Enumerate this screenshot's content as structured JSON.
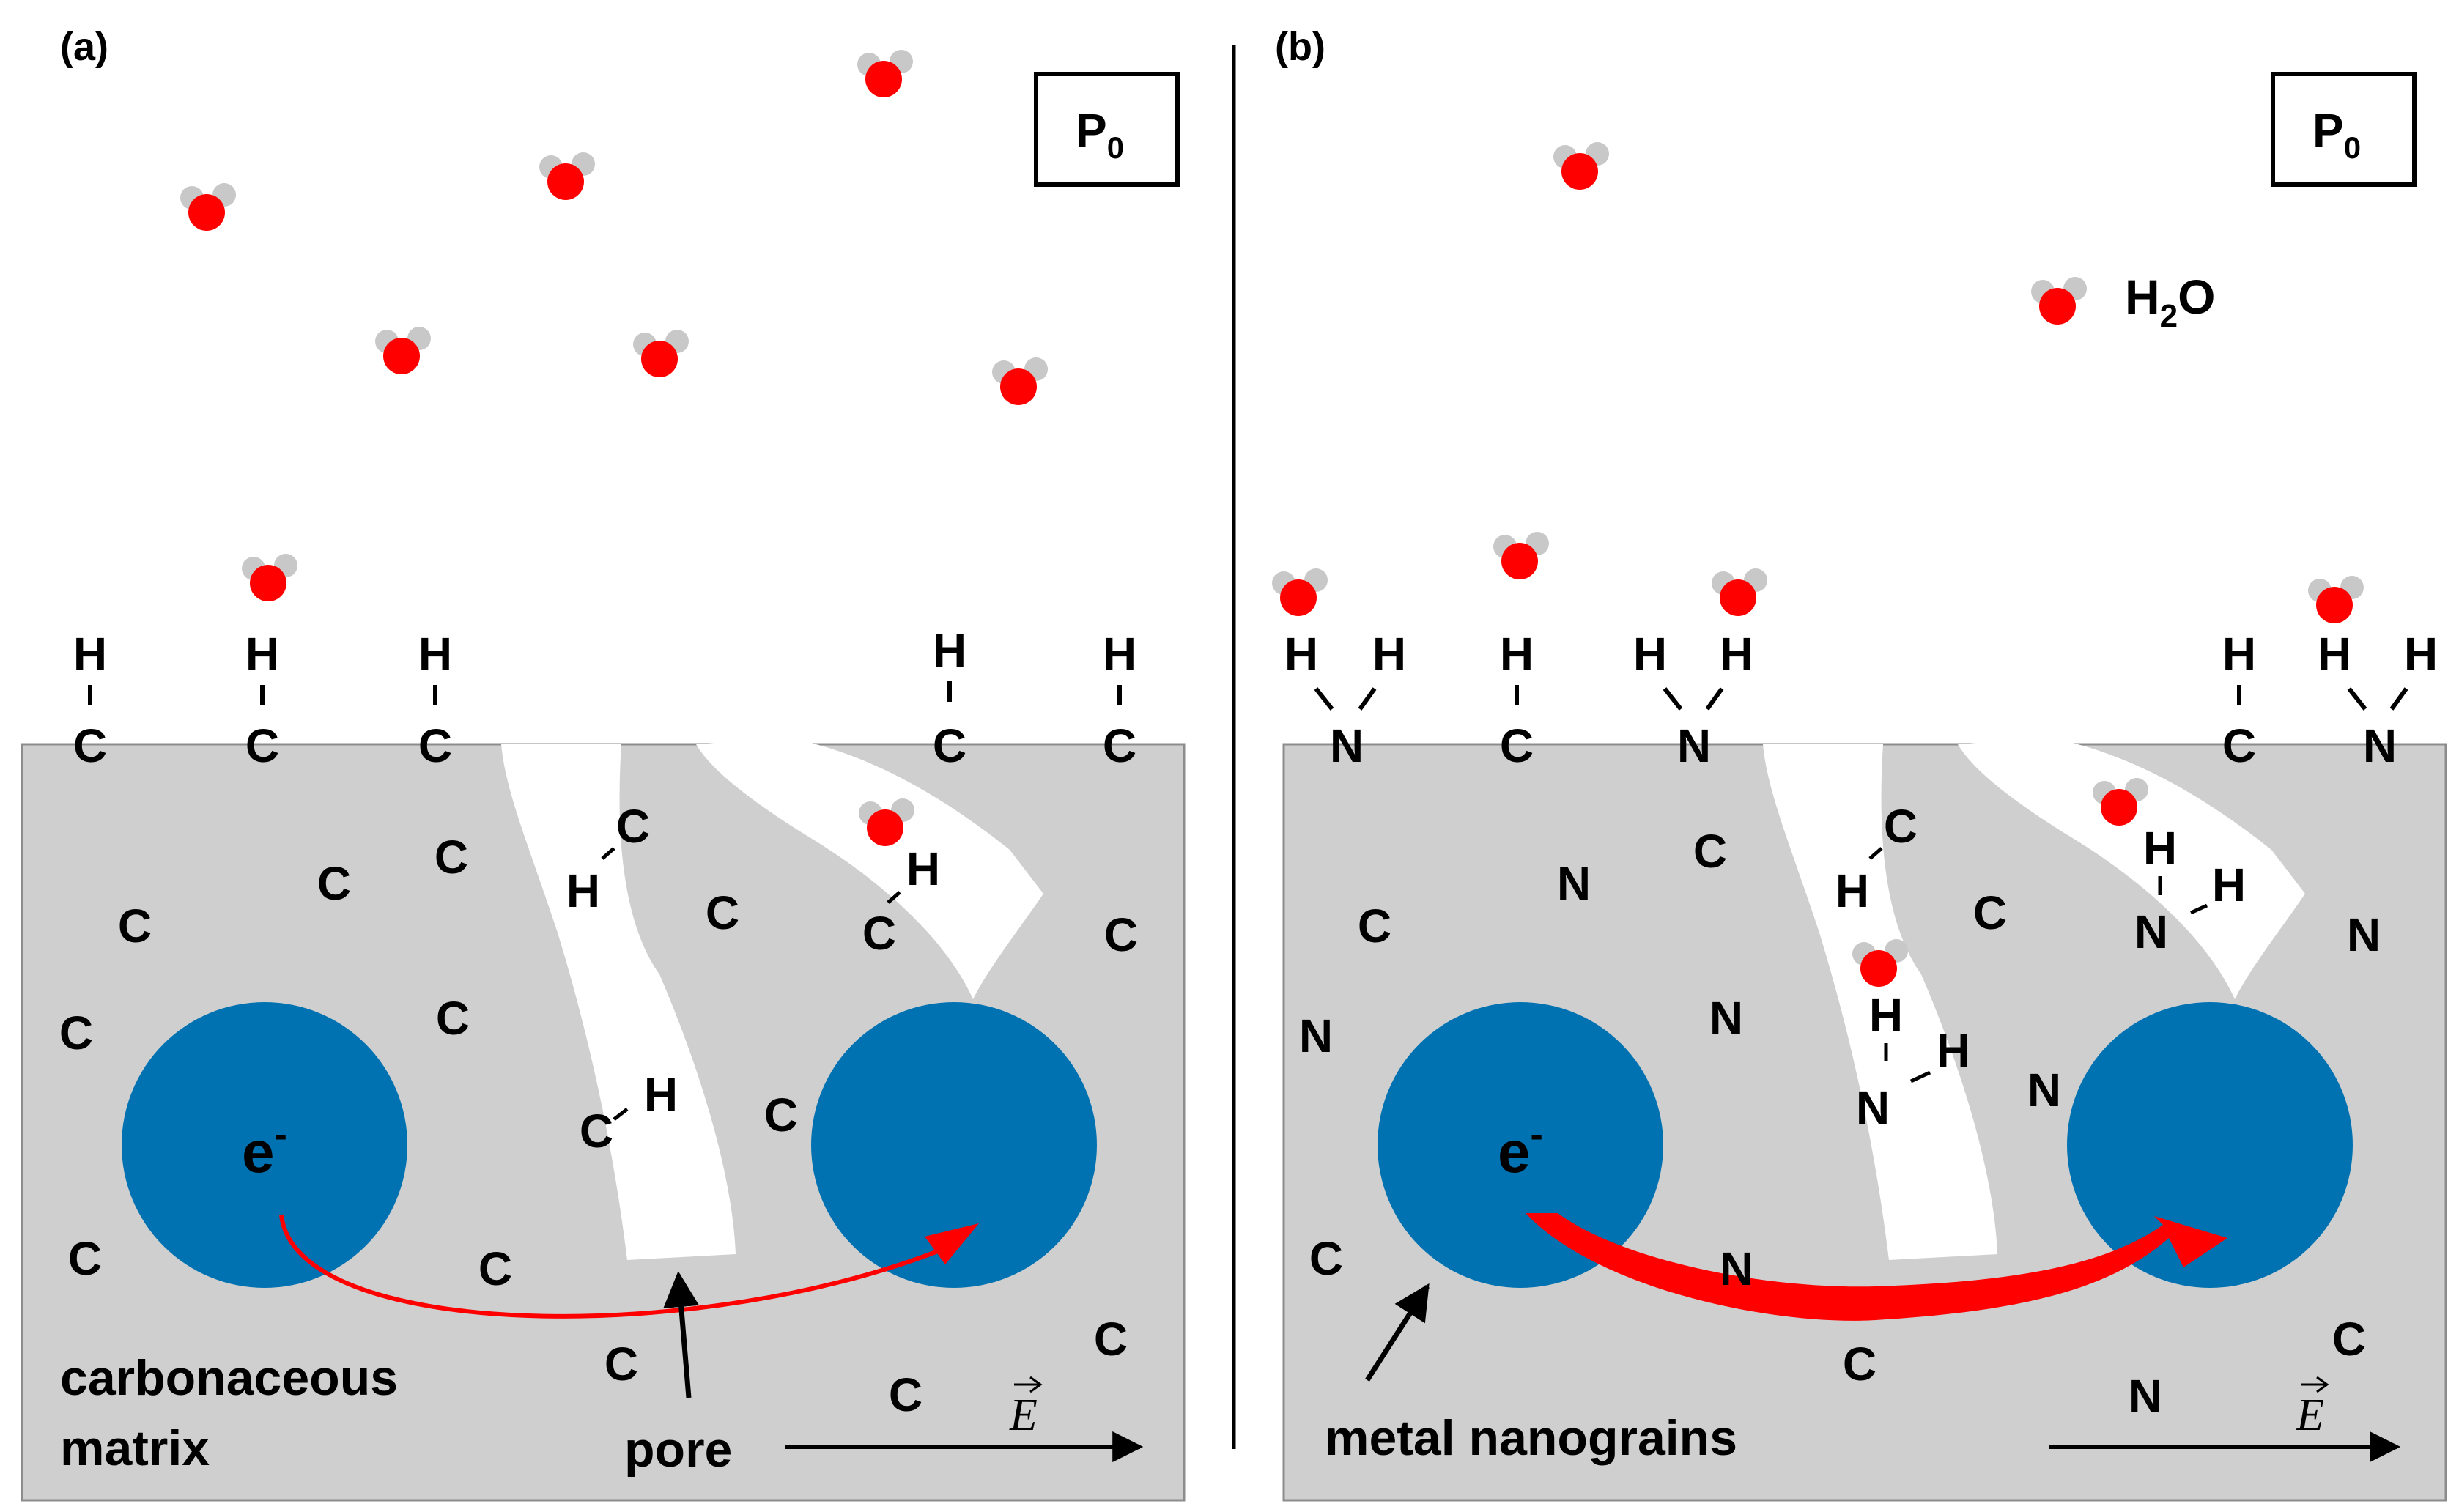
{
  "colors": {
    "matrix": "#cfcfcf",
    "matrix_border": "#8c8c8c",
    "nanograin": "#0072b2",
    "arrow_red": "#ff0000",
    "oxygen": "#ff0000",
    "hydrogen": "#c8c8c8"
  },
  "panel_a": {
    "label": "(a)",
    "pressure_base": "P",
    "pressure_sub": "0",
    "electron_base": "e",
    "electron_sup": "-",
    "matrix_line1": "carbonaceous",
    "matrix_line2": "matrix",
    "pore_label": "pore",
    "field_label": "E",
    "surface_h": "H",
    "surface_c": "C",
    "atom_c": "C",
    "atom_h": "H"
  },
  "panel_b": {
    "label": "(b)",
    "pressure_base": "P",
    "pressure_sub": "0",
    "electron_base": "e",
    "electron_sup": "-",
    "water_legend_h": "H",
    "water_legend_sub": "2",
    "water_legend_o": "O",
    "nanograin_label": "metal nanograins",
    "field_label": "E",
    "atom_c": "C",
    "atom_n": "N",
    "atom_h": "H"
  },
  "icons": [
    "water-molecule-icon",
    "electron-hop-arrow-icon",
    "electric-field-arrow-icon"
  ]
}
